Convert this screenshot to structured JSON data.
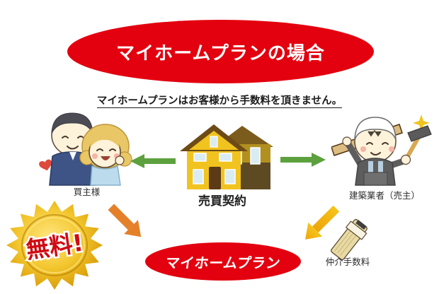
{
  "header": {
    "title": "マイホームプランの場合",
    "bg_color": "#e3000f",
    "text_color": "#ffffff"
  },
  "subtitle": {
    "text": "マイホームプランはお客様から手数料を頂きません。"
  },
  "nodes": {
    "buyer": {
      "label": "買主様"
    },
    "contract": {
      "label": "売買契約"
    },
    "builder": {
      "label": "建築業者（売主）"
    },
    "fee": {
      "label": "仲介手数料"
    },
    "plan": {
      "label": "マイホームプラン",
      "bg_color": "#e3000f"
    },
    "free_badge": {
      "label": "無料!",
      "text_color": "#cf0a12",
      "bg_color": "#e8b923"
    }
  },
  "icons": {
    "buyer_couple": "buyer-couple-illustration",
    "house": "house-illustration",
    "builder_worker": "builder-worker-illustration",
    "money": "money-bundle-icon",
    "heart": "heart-icon",
    "sparkle": "sparkle-icon",
    "arrow_left": "green-arrow-left",
    "arrow_right": "green-arrow-right",
    "arrow_down_right": "orange-arrow-down-right",
    "arrow_down_left": "yellow-arrow-down-left"
  },
  "colors": {
    "accent_red": "#e3000f",
    "arrow_green": "#5ca13e",
    "arrow_orange": "#e5802a",
    "arrow_yellow": "#f3b517",
    "badge_gold": "#e0a612",
    "house_yellow": "#f1c31f"
  }
}
